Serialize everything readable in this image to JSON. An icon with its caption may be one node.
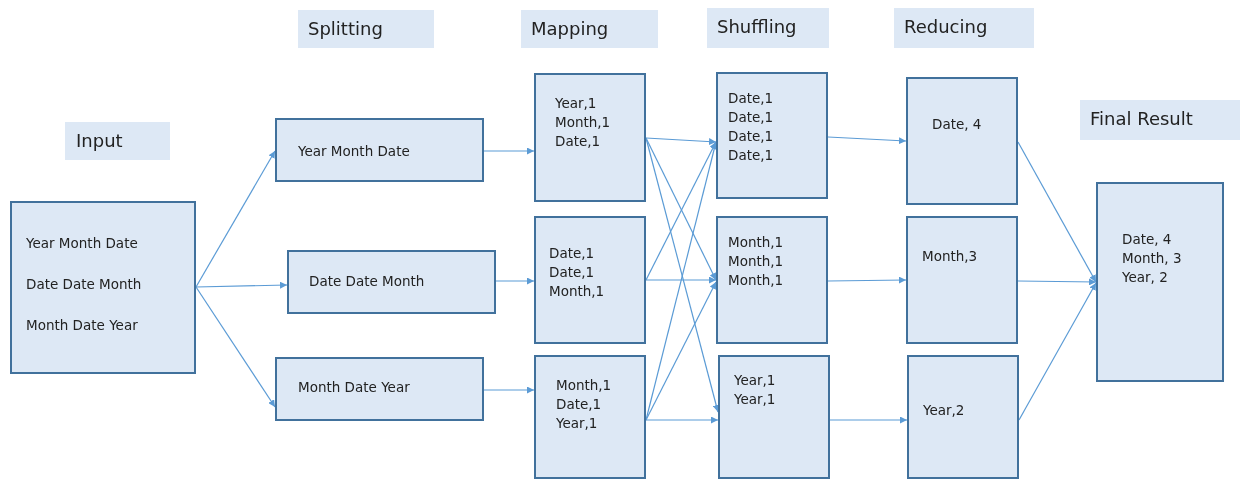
{
  "diagram": {
    "nodes": [
      {
        "text": [
          "Input"
        ]
      },
      {
        "text": [
          "Splitting"
        ]
      },
      {
        "text": [
          "Mapping"
        ]
      },
      {
        "text": [
          "Shuffling"
        ]
      },
      {
        "text": [
          "Reducing"
        ]
      },
      {
        "text": [
          "Final Result"
        ]
      },
      {
        "text": [
          "Year Month Date",
          "Date Date Month",
          "Month Date Year"
        ]
      },
      {
        "text": [
          "Year Month Date"
        ]
      },
      {
        "text": [
          "Date Date Month"
        ]
      },
      {
        "text": [
          "Month Date Year"
        ]
      },
      {
        "text": [
          "Year,1",
          "Month,1",
          "Date,1"
        ]
      },
      {
        "text": [
          "Date,1",
          "Date,1",
          "Month,1"
        ]
      },
      {
        "text": [
          "Month,1",
          "Date,1",
          "Year,1"
        ]
      },
      {
        "text": [
          "Date,1",
          "Date,1",
          "Date,1",
          "Date,1"
        ]
      },
      {
        "text": [
          "Month,1",
          "Month,1",
          "Month,1"
        ]
      },
      {
        "text": [
          "Year,1",
          "Year,1"
        ]
      },
      {
        "text": [
          "Date, 4"
        ]
      },
      {
        "text": [
          "Month,3"
        ]
      },
      {
        "text": [
          "Year,2"
        ]
      },
      {
        "text": [
          "Date, 4",
          "Month, 3",
          "Year, 2"
        ]
      }
    ],
    "edges": [
      {
        "from": 6,
        "to": 7,
        "arrow": "to"
      },
      {
        "from": 6,
        "to": 8,
        "arrow": "to"
      },
      {
        "from": 6,
        "to": 9,
        "arrow": "to"
      },
      {
        "from": 7,
        "to": 10,
        "arrow": "to"
      },
      {
        "from": 8,
        "to": 11,
        "arrow": "to"
      },
      {
        "from": 9,
        "to": 12,
        "arrow": "to"
      },
      {
        "from": 10,
        "to": 13,
        "arrow": "to"
      },
      {
        "from": 10,
        "to": 14,
        "arrow": "to"
      },
      {
        "from": 10,
        "to": 15,
        "arrow": "to"
      },
      {
        "from": 11,
        "to": 13,
        "arrow": "to"
      },
      {
        "from": 11,
        "to": 14,
        "arrow": "to"
      },
      {
        "from": 12,
        "to": 13,
        "arrow": "to"
      },
      {
        "from": 12,
        "to": 14,
        "arrow": "to"
      },
      {
        "from": 12,
        "to": 15,
        "arrow": "to"
      },
      {
        "from": 13,
        "to": 16,
        "arrow": "to"
      },
      {
        "from": 14,
        "to": 17,
        "arrow": "to"
      },
      {
        "from": 15,
        "to": 18,
        "arrow": "to"
      },
      {
        "from": 16,
        "to": 19,
        "arrow": "to"
      },
      {
        "from": 17,
        "to": 19,
        "arrow": "to"
      },
      {
        "from": 18,
        "to": 19,
        "arrow": "to"
      }
    ]
  }
}
